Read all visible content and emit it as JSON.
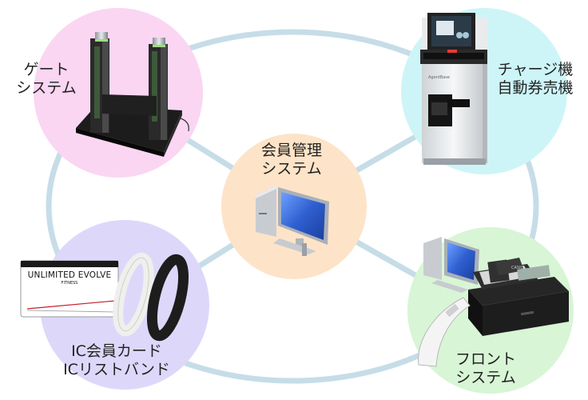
{
  "nodes": {
    "center": {
      "line1": "会員管理",
      "line2": "システム"
    },
    "gate": {
      "line1": "ゲート",
      "line2": "システム"
    },
    "charge": {
      "line1": "チャージ機",
      "line2": "自動券売機"
    },
    "card": {
      "line1": "IC会員カード",
      "line2": "ICリストバンド"
    },
    "front": {
      "line1": "フロント",
      "line2": "システム"
    }
  },
  "card_face": {
    "title": "UNLIMITED EVOLVE",
    "subtitle": "FITNESS"
  },
  "colors": {
    "ring": "#c6dde8",
    "center_circle": "#fde3c8",
    "gate_circle": "#fad6f2",
    "charge_circle": "#cdf5f8",
    "card_circle": "#ddd8fa",
    "front_circle": "#d8f5d5",
    "monitor_screen": "#2f5fd0"
  },
  "icons": {
    "gate": "gate-system-photo-icon",
    "charge": "ticket-machine-icon",
    "center": "computer-monitor-icon",
    "card": "ic-card-wristband-icon",
    "front": "pos-register-icon"
  }
}
